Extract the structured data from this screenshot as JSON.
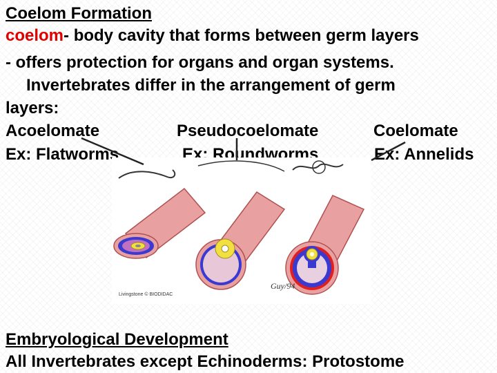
{
  "title": "Coelom Formation",
  "definition": {
    "term": "coelom",
    "line1_rest": "- body cavity that forms between germ layers",
    "line2": "- offers protection for organs and organ systems."
  },
  "invertebrates": {
    "line1": "Invertebrates differ in the arrangement of germ",
    "line2": "layers:"
  },
  "types": [
    {
      "name": "Acoelomate",
      "example": "Ex: Flatworms"
    },
    {
      "name": "Pseudocoelomate",
      "example": "Ex: Roundworms"
    },
    {
      "name": "Coelomate",
      "example": "Ex: Annelids"
    }
  ],
  "figure": {
    "credit": "Livingstone © BIODIDAC",
    "signature": "Guy/94"
  },
  "embryo": {
    "heading": "Embryological Development",
    "line": "All Invertebrates except Echinoderms: Protostome"
  },
  "colors": {
    "accent_red": "#e00000",
    "tube_pink": "#e8a0a0",
    "ring_blue": "#3a3ad0",
    "ring_red": "#e02020",
    "gut_yellow": "#f2e040"
  }
}
